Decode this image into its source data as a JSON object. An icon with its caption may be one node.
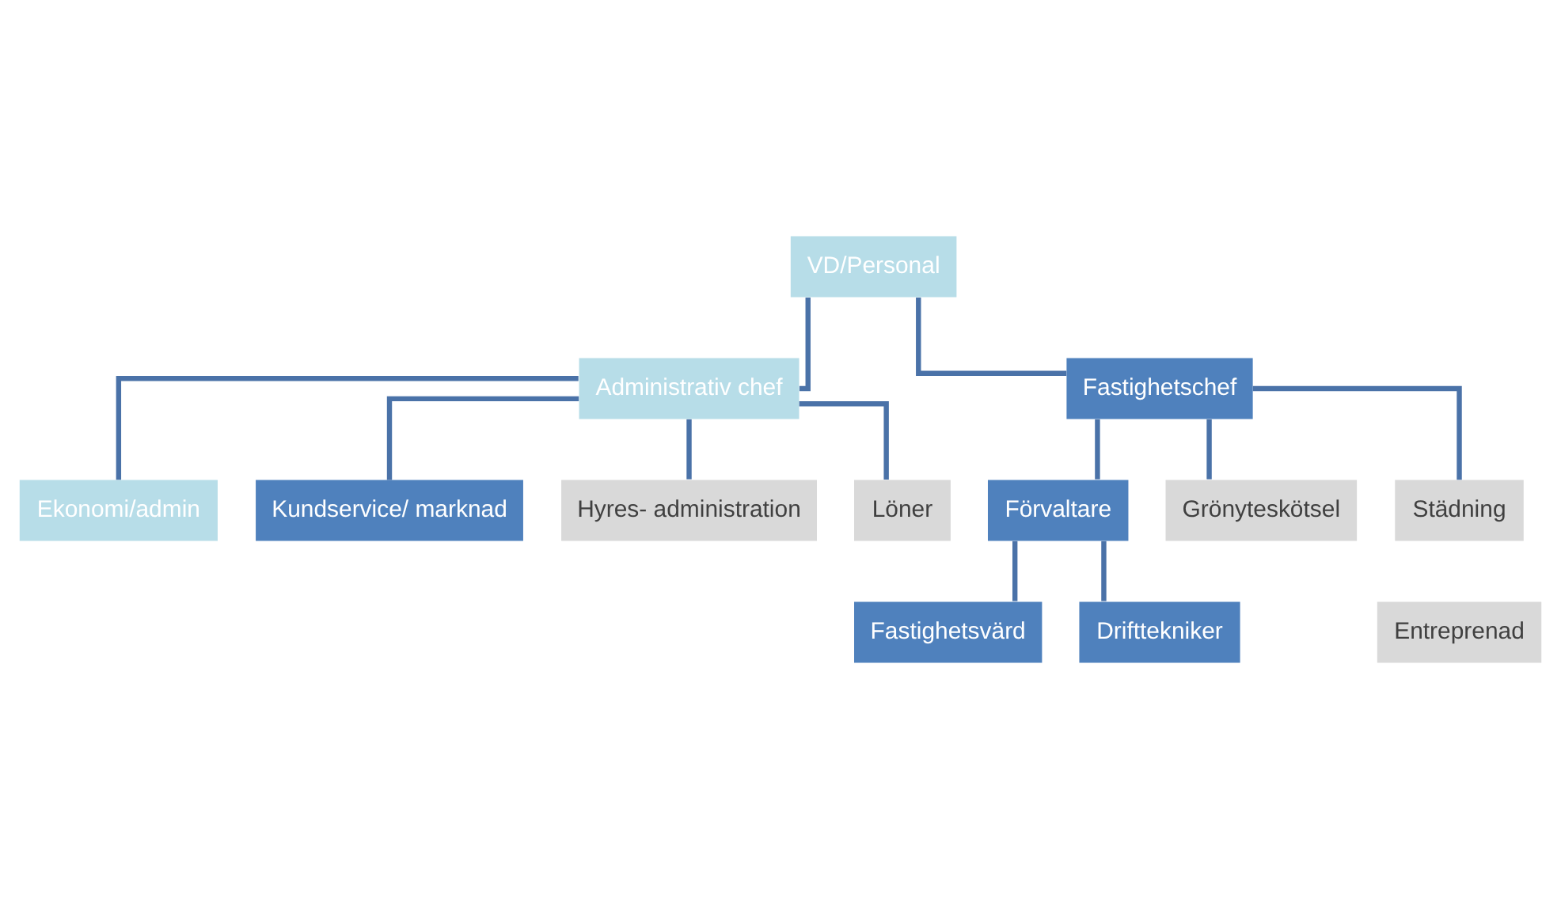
{
  "diagram": {
    "nodes": [
      {
        "text": [
          "VD/Personal"
        ]
      },
      {
        "text": [
          "Administrativ chef"
        ]
      },
      {
        "text": [
          "Fastighetschef"
        ]
      },
      {
        "text": [
          "Ekonomi/admin"
        ]
      },
      {
        "text": [
          "Kundservice/ marknad"
        ]
      },
      {
        "text": [
          "Hyres- administration"
        ]
      },
      {
        "text": [
          "Löner"
        ]
      },
      {
        "text": [
          "Förvaltare"
        ]
      },
      {
        "text": [
          "Grönyteskötsel"
        ]
      },
      {
        "text": [
          "Städning"
        ]
      },
      {
        "text": [
          "Fastighetsvärd"
        ]
      },
      {
        "text": [
          "Drifttekniker"
        ]
      }
    ],
    "edges": [
      {
        "from": 0,
        "to": 1,
        "arrow": "none"
      },
      {
        "from": 0,
        "to": 2,
        "arrow": "none"
      },
      {
        "from": 1,
        "to": 3,
        "arrow": "none"
      },
      {
        "from": 1,
        "to": 4,
        "arrow": "none"
      },
      {
        "from": 1,
        "to": 5,
        "arrow": "none"
      },
      {
        "from": 1,
        "to": 6,
        "arrow": "none"
      },
      {
        "from": 2,
        "to": 7,
        "arrow": "none"
      },
      {
        "from": 2,
        "to": 8,
        "arrow": "none"
      },
      {
        "from": 2,
        "to": 9,
        "arrow": "none"
      },
      {
        "from": 7,
        "to": 10,
        "arrow": "none"
      },
      {
        "from": 7,
        "to": 11,
        "arrow": "none"
      }
    ],
    "legend": [
      {
        "text": "Entreprenad",
        "color": "#d9d9d9"
      }
    ]
  }
}
